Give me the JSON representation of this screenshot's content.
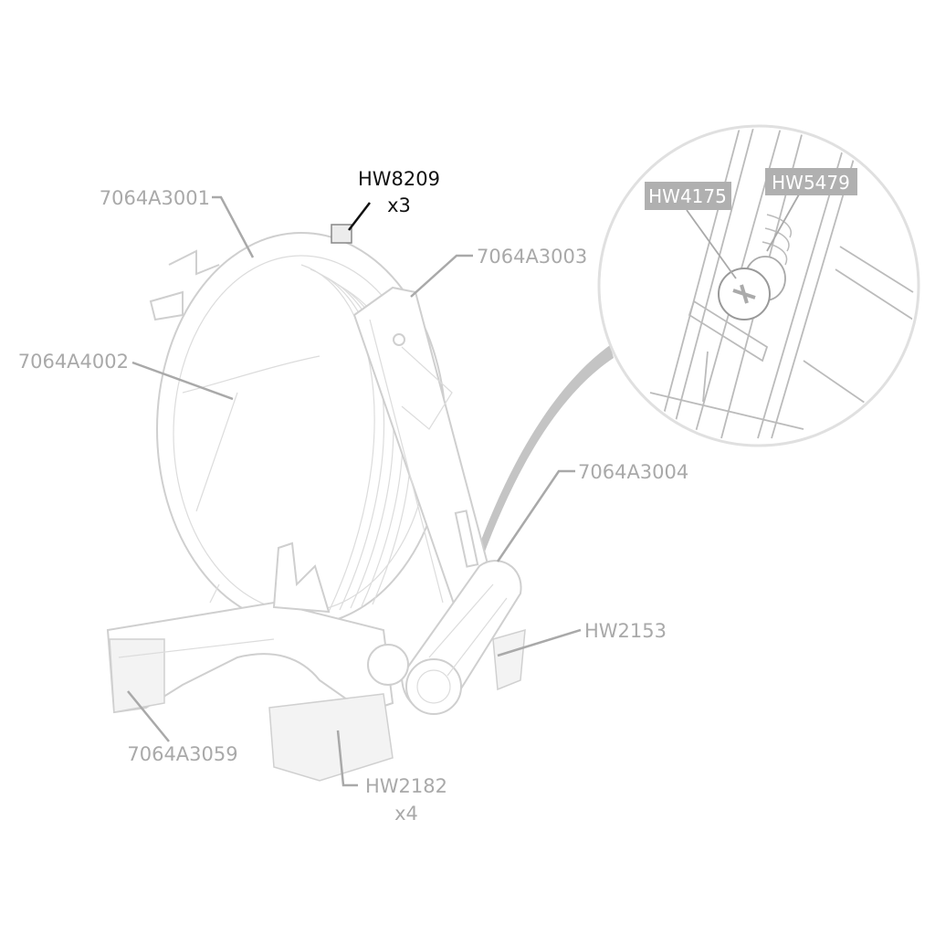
{
  "callouts": {
    "hw8209": {
      "part": "HW8209",
      "qty": "x3"
    },
    "a3001": "7064A3001",
    "a3003": "7064A3003",
    "a4002": "7064A4002",
    "a3004": "7064A3004",
    "hw2153": "HW2153",
    "a3059": "7064A3059",
    "hw2182": {
      "part": "HW2182",
      "qty": "x4"
    }
  },
  "detail_inset": {
    "hw4175": "HW4175",
    "hw5479": "HW5479"
  },
  "colors": {
    "label": "#a9a9a9",
    "highlight": "#111111",
    "inset_tag": "#b0b0b0"
  }
}
